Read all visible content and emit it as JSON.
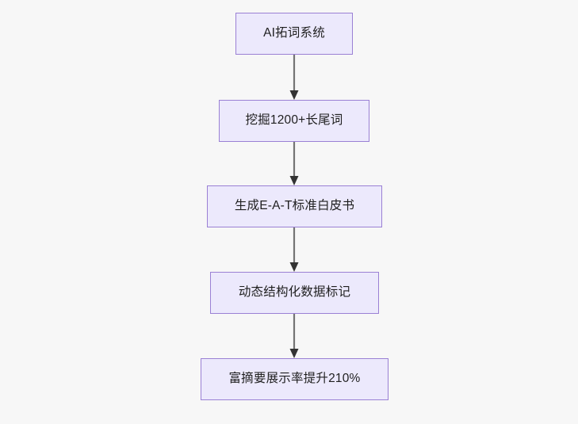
{
  "diagram": {
    "type": "flowchart",
    "direction": "top-to-bottom",
    "background_color": "#f7f7f7",
    "node_fill_color": "#ece9fc",
    "node_border_color": "#9a80d4",
    "edge_color": "#747474",
    "arrow_color": "#333333",
    "text_color": "#1f1f1f",
    "nodes": [
      {
        "id": "node-1",
        "label": "AI拓词系统"
      },
      {
        "id": "node-2",
        "label": "挖掘1200+长尾词"
      },
      {
        "id": "node-3",
        "label": "生成E-A-T标准白皮书"
      },
      {
        "id": "node-4",
        "label": "动态结构化数据标记"
      },
      {
        "id": "node-5",
        "label": "富摘要展示率提升210%"
      }
    ],
    "edges": [
      {
        "id": "edge-1",
        "from": "node-1",
        "to": "node-2",
        "label": ""
      },
      {
        "id": "edge-2",
        "from": "node-2",
        "to": "node-3",
        "label": ""
      },
      {
        "id": "edge-3",
        "from": "node-3",
        "to": "node-4",
        "label": ""
      },
      {
        "id": "edge-4",
        "from": "node-4",
        "to": "node-5",
        "label": ""
      }
    ]
  }
}
